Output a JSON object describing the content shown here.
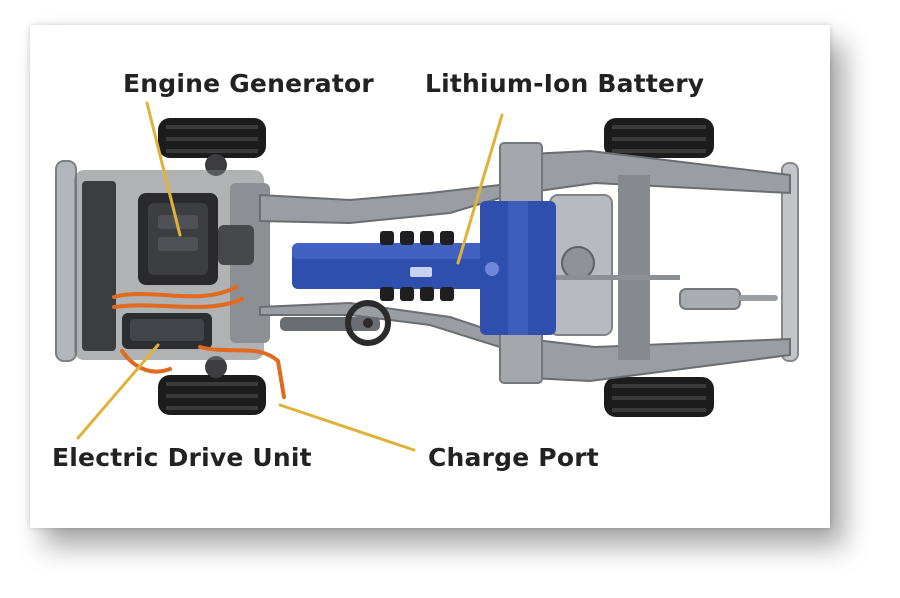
{
  "labels": {
    "engine_generator": "Engine Generator",
    "lithium_ion_battery": "Lithium-Ion Battery",
    "electric_drive_unit": "Electric Drive Unit",
    "charge_port": "Charge Port"
  },
  "colors": {
    "leader_line": "#e0b23a",
    "battery": "#2f4fae",
    "battery_light": "#4f6fd0",
    "frame": "#8e9196",
    "frame_dark": "#55585d",
    "tire": "#1c1c1c",
    "orange_cable": "#e06a1e",
    "engine": "#2a2a2c"
  },
  "image_subject": "plug-in-hybrid-chassis"
}
